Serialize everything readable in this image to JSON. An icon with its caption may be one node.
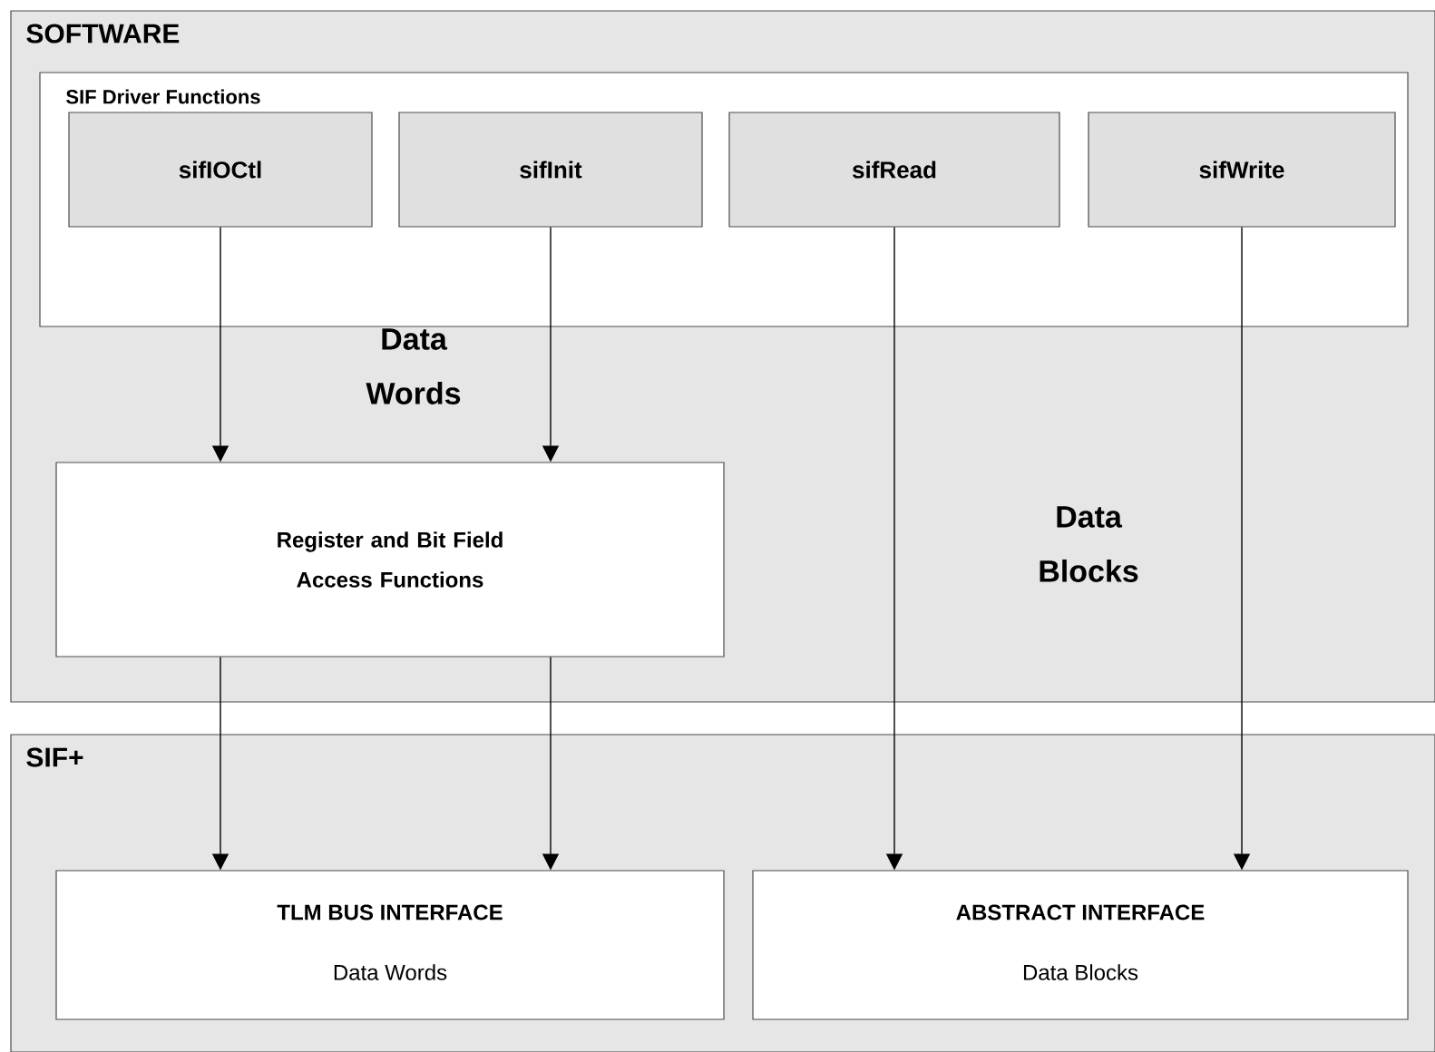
{
  "diagram": {
    "nodes": [
      {
        "text": [
          "SOFTWARE"
        ]
      },
      {
        "text": [
          "SIF Driver Functions"
        ],
        "in": 0
      },
      {
        "text": [
          "sifIOCtl"
        ],
        "in": 1
      },
      {
        "text": [
          "sifInit"
        ],
        "in": 1
      },
      {
        "text": [
          "sifRead"
        ],
        "in": 1
      },
      {
        "text": [
          "sifWrite"
        ],
        "in": 1
      },
      {
        "text": [
          "Register and Bit Field Access Functions"
        ],
        "in": 0
      },
      {
        "text": [
          "SIF+"
        ]
      },
      {
        "text": [
          "TLM BUS INTERFACE",
          "Data Words"
        ],
        "in": 7
      },
      {
        "text": [
          "ABSTRACT INTERFACE",
          "Data Blocks"
        ],
        "in": 7
      }
    ],
    "edges": [
      {
        "from": 2,
        "to": 6,
        "arrow": "to"
      },
      {
        "from": 3,
        "to": 6,
        "arrow": "to"
      },
      {
        "from": 6,
        "to": 8,
        "arrow": "to"
      },
      {
        "from": 6,
        "to": 8,
        "arrow": "to"
      },
      {
        "from": 4,
        "to": 9,
        "arrow": "to"
      },
      {
        "from": 5,
        "to": 9,
        "arrow": "to"
      }
    ],
    "labels": [
      "Data Words",
      "Data Blocks"
    ]
  }
}
